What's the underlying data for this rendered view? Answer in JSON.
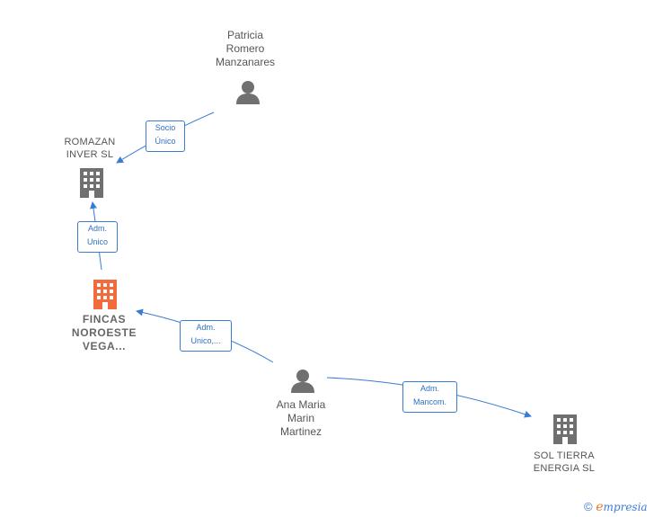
{
  "nodes": {
    "patricia": {
      "label": "Patricia\nRomero\nManzanares",
      "type": "person"
    },
    "romazan": {
      "label": "ROMAZAN\nINVER  SL",
      "type": "company"
    },
    "fincas": {
      "label": "FINCAS\nNOROESTE\nVEGA...",
      "type": "company-focus"
    },
    "ana": {
      "label": "Ana Maria\nMarin\nMartinez",
      "type": "person"
    },
    "sol": {
      "label": "SOL TIERRA\nENERGIA  SL",
      "type": "company"
    }
  },
  "relations": {
    "r1": {
      "label": "Socio\nÚnico"
    },
    "r2": {
      "label": "Adm.\nUnico"
    },
    "r3": {
      "label": "Adm.\nUnico,..."
    },
    "r4": {
      "label": "Adm.\nMancom."
    }
  },
  "colors": {
    "edge": "#3a7bd5",
    "icon": "#707070",
    "focus": "#f26b3a"
  },
  "brand": {
    "copyright": "©",
    "e": "e",
    "rest": "mpresia"
  }
}
